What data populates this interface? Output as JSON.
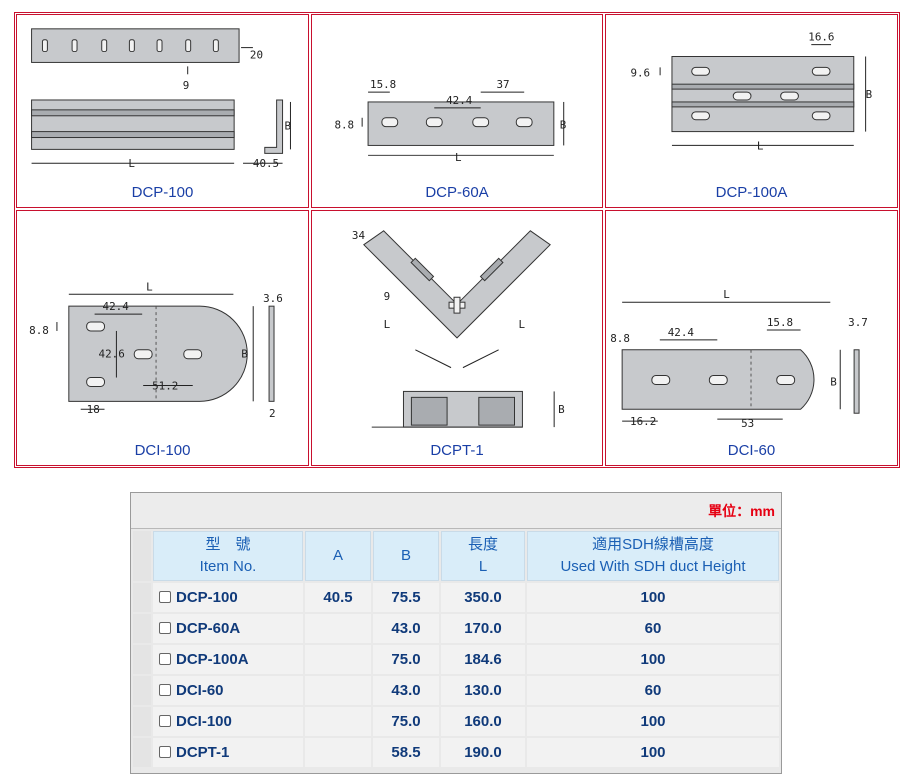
{
  "gallery": [
    {
      "caption": "DCP-100",
      "dims": [
        "20",
        "9",
        "B",
        "L",
        "40.5"
      ]
    },
    {
      "caption": "DCP-60A",
      "dims": [
        "15.8",
        "42.4",
        "37",
        "8.8",
        "B",
        "L"
      ]
    },
    {
      "caption": "DCP-100A",
      "dims": [
        "16.6",
        "9.6",
        "B",
        "L"
      ]
    },
    {
      "caption": "DCI-100",
      "dims": [
        "L",
        "42.4",
        "3.6",
        "8.8",
        "42.6",
        "B",
        "51.2",
        "18",
        "2"
      ]
    },
    {
      "caption": "DCPT-1",
      "dims": [
        "34",
        "9",
        "L",
        "L",
        "B"
      ]
    },
    {
      "caption": "DCI-60",
      "dims": [
        "L",
        "8.8",
        "42.4",
        "15.8",
        "3.7",
        "B",
        "16.2",
        "53"
      ]
    }
  ],
  "spec": {
    "unit": "單位：mm",
    "headers": {
      "item_zh": "型　號",
      "item_en": "Item No.",
      "a": "A",
      "b": "B",
      "l_zh": "長度",
      "l_en": "L",
      "h_zh": "適用SDH線槽高度",
      "h_en": "Used With SDH duct Height"
    },
    "rows": [
      {
        "item": "DCP-100",
        "a": "40.5",
        "b": "75.5",
        "l": "350.0",
        "h": "100"
      },
      {
        "item": "DCP-60A",
        "a": "",
        "b": "43.0",
        "l": "170.0",
        "h": "60"
      },
      {
        "item": "DCP-100A",
        "a": "",
        "b": "75.0",
        "l": "184.6",
        "h": "100"
      },
      {
        "item": "DCI-60",
        "a": "",
        "b": "43.0",
        "l": "130.0",
        "h": "60"
      },
      {
        "item": "DCI-100",
        "a": "",
        "b": "75.0",
        "l": "160.0",
        "h": "100"
      },
      {
        "item": "DCPT-1",
        "a": "",
        "b": "58.5",
        "l": "190.0",
        "h": "100"
      }
    ]
  }
}
